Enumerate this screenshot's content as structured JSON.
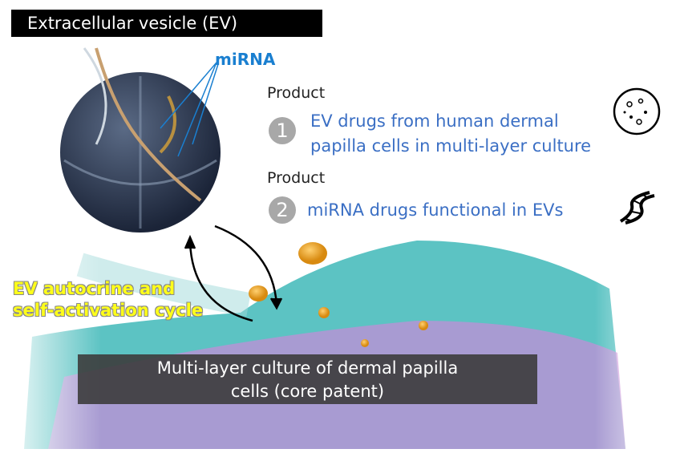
{
  "title": "Extracellular vesicle (EV)",
  "mirna_label": "miRNA",
  "products": [
    {
      "heading": "Product",
      "number": "1",
      "text_line1": "EV drugs from human dermal",
      "text_line2": "papilla cells in multi-layer culture",
      "icon": "vesicle-icon"
    },
    {
      "heading": "Product",
      "number": "2",
      "text_line1": "miRNA drugs functional in EVs",
      "icon": "dna-icon"
    }
  ],
  "cycle_label": {
    "line1": "EV autocrine and",
    "line2": "self-activation cycle"
  },
  "core_label": {
    "line1": "Multi-layer culture of dermal papilla",
    "line2": "cells (core patent)"
  },
  "colors": {
    "tissue": "#3fb8b8",
    "cells": "#c98ad8",
    "ev": "#f0a020",
    "accent": "#3b6fc4",
    "cycle": "#ffff1a"
  }
}
